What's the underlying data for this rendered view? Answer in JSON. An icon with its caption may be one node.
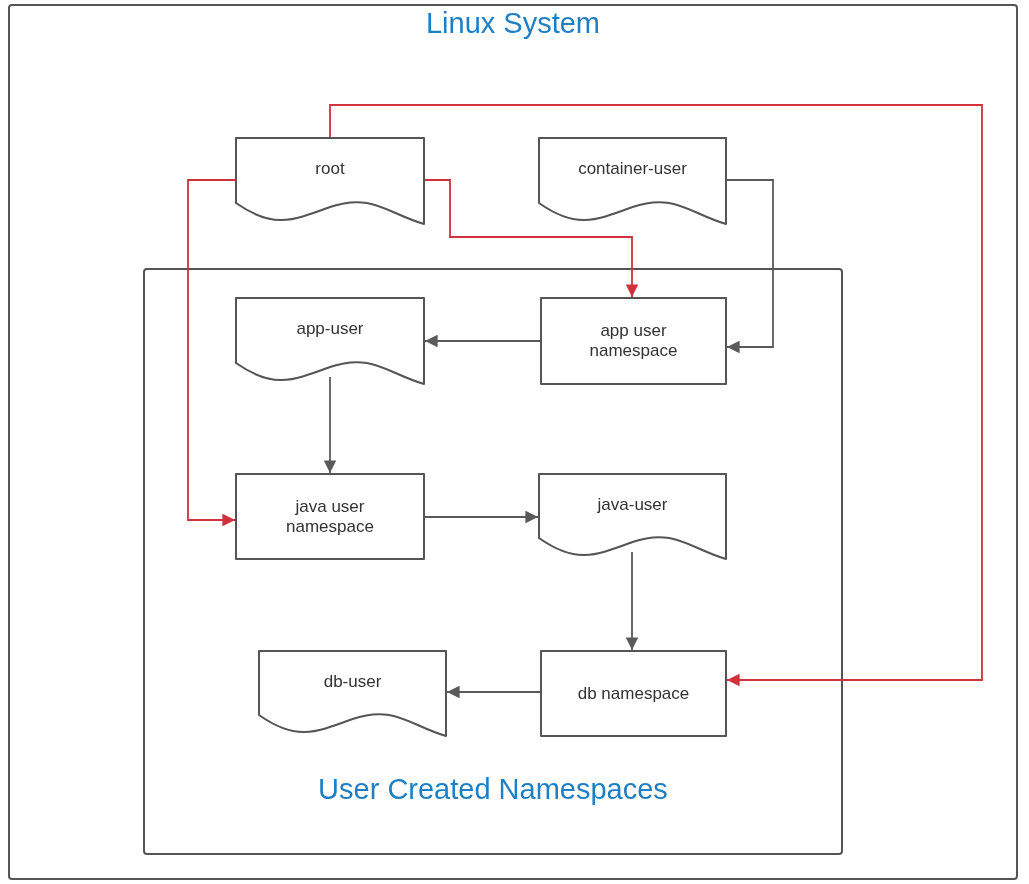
{
  "diagram": {
    "nodes": [
      {
        "text": [
          "Linux System"
        ]
      },
      {
        "text": [
          "root"
        ],
        "in": 0
      },
      {
        "text": [
          "container-user"
        ],
        "in": 0
      },
      {
        "text": [
          "User Created Namespaces"
        ],
        "in": 0
      },
      {
        "text": [
          "app-user"
        ],
        "in": 3
      },
      {
        "text": [
          "app user namespace"
        ],
        "in": 3
      },
      {
        "text": [
          "java user namespace"
        ],
        "in": 3
      },
      {
        "text": [
          "java-user"
        ],
        "in": 3
      },
      {
        "text": [
          "db-user"
        ],
        "in": 3
      },
      {
        "text": [
          "db namespace"
        ],
        "in": 3
      }
    ],
    "edges": [
      {
        "from": 1,
        "to": 5,
        "arrow": "to",
        "color": "#d0313a"
      },
      {
        "from": 1,
        "to": 6,
        "arrow": "to",
        "color": "#d0313a"
      },
      {
        "from": 1,
        "to": 9,
        "arrow": "to",
        "color": "#d0313a"
      },
      {
        "from": 2,
        "to": 5,
        "arrow": "to"
      },
      {
        "from": 5,
        "to": 4,
        "arrow": "to"
      },
      {
        "from": 4,
        "to": 6,
        "arrow": "to"
      },
      {
        "from": 6,
        "to": 7,
        "arrow": "to"
      },
      {
        "from": 7,
        "to": 9,
        "arrow": "to"
      },
      {
        "from": 9,
        "to": 8,
        "arrow": "to"
      }
    ]
  }
}
